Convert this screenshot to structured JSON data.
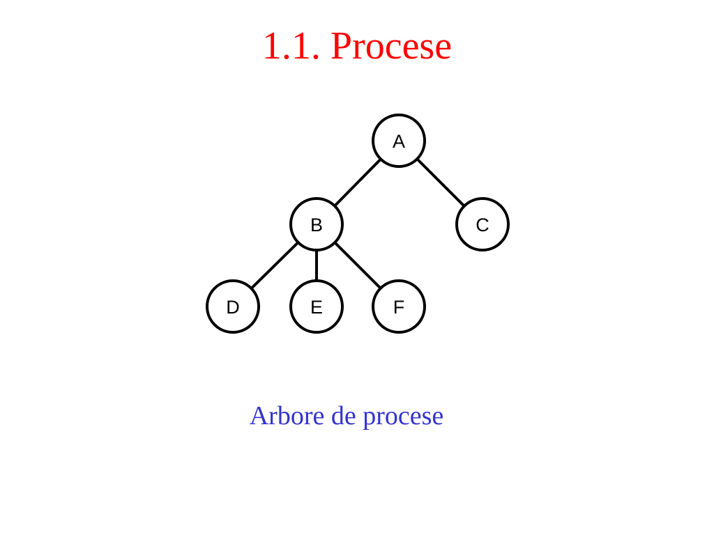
{
  "slide": {
    "title": "1.1. Procese",
    "caption": "Arbore de procese"
  },
  "colors": {
    "title": "#ff0000",
    "caption": "#3333cc"
  },
  "tree": {
    "nodes": [
      {
        "id": "A",
        "label": "A",
        "parent": null
      },
      {
        "id": "B",
        "label": "B",
        "parent": "A"
      },
      {
        "id": "C",
        "label": "C",
        "parent": "A"
      },
      {
        "id": "D",
        "label": "D",
        "parent": "B"
      },
      {
        "id": "E",
        "label": "E",
        "parent": "B"
      },
      {
        "id": "F",
        "label": "F",
        "parent": "B"
      }
    ]
  }
}
